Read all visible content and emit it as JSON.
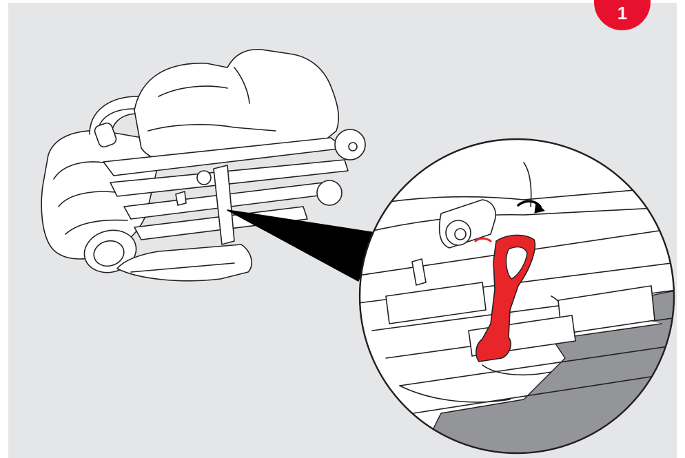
{
  "step": {
    "number": "1"
  },
  "colors": {
    "background": "#e5e6e8",
    "badge": "#e8112d",
    "clip_highlight": "#e8262a",
    "ground_shadow": "#939598",
    "outline": "#231f20",
    "callout_wedge": "#000000"
  },
  "illustration": {
    "subject": "folded-stroller",
    "detail_inset": "latch-clip-closeup",
    "arrow_icon": "rotate-arrow-icon"
  }
}
